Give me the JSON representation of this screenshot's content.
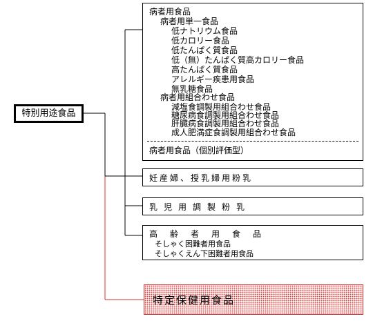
{
  "colors": {
    "connector": "#000000",
    "highlight_connector": "#cc3333",
    "highlight_fill": "#ffeaea",
    "highlight_dots": "#d24848"
  },
  "root": {
    "label": "特別用途食品"
  },
  "sick_food": {
    "title": "病者用食品",
    "single": {
      "title": "病者用単一食品",
      "items": [
        "低ナトリウム食品",
        "低カロリー食品",
        "低たんぱく質食品",
        "低（無）たんぱく質高カロリー食品",
        "高たんぱく質食品",
        "アレルギー疾患用食品",
        "無乳糖食品"
      ]
    },
    "combo": {
      "title": "病者用組合わせ食品",
      "items": [
        "減塩食調製用組合わせ食品",
        "糖尿病食調製用組合わせ食品",
        "肝臓病食調製用組合わせ食品",
        "成人肥満症食調製用組合わせ食品"
      ]
    },
    "individual": "病者用食品（個別評価型）"
  },
  "pregnant": {
    "label": "妊産婦、授乳婦用粉乳"
  },
  "infant_milk": {
    "label": "乳児用調製粉乳"
  },
  "elderly": {
    "title": "高齢者用食品",
    "items": [
      "そしゃく困難者用食品",
      "そしゃくえん下困難者用食品"
    ]
  },
  "health_use": {
    "label": "特定保健用食品"
  }
}
